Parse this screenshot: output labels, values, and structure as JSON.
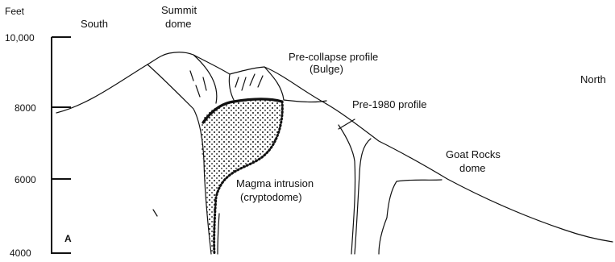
{
  "diagram": {
    "unit_label": "Feet",
    "ticks": [
      "10,000",
      "8000",
      "6000",
      "4000"
    ],
    "labels": {
      "south": "South",
      "north": "North",
      "summit_dome_line1": "Summit",
      "summit_dome_line2": "dome",
      "pre_collapse_line1": "Pre-collapse profile",
      "pre_collapse_line2": "(Bulge)",
      "pre_1980": "Pre-1980 profile",
      "goat_rocks_line1": "Goat Rocks",
      "goat_rocks_line2": "dome",
      "magma_line1": "Magma intrusion",
      "magma_line2": "(cryptodome)",
      "panel": "A"
    }
  }
}
